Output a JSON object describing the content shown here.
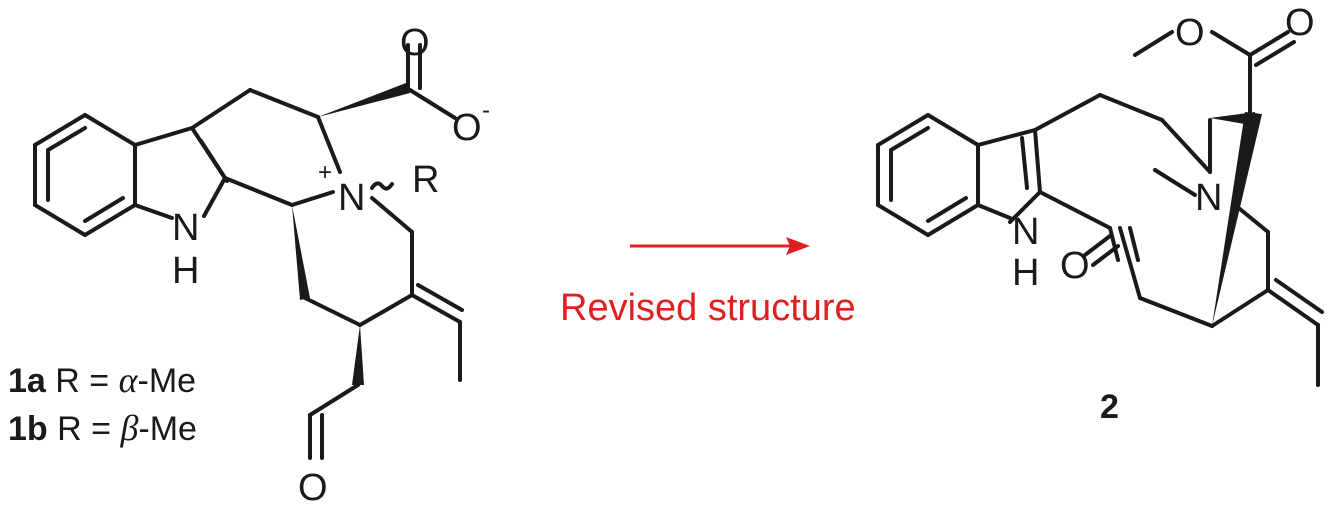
{
  "compound_1": {
    "labels": {
      "O_carbonyl": "O",
      "O_carboxylate": "O",
      "carboxylate_charge": "-",
      "N_indole": "N",
      "H_indole": "H",
      "N_plus": "N",
      "plus_charge": "+",
      "R_group": "R",
      "O_aldehyde": "O"
    },
    "variants": [
      {
        "id": "1a",
        "text": "R = ",
        "greek": "α",
        "suffix": "-Me"
      },
      {
        "id": "1b",
        "text": "R = ",
        "greek": "β",
        "suffix": "-Me"
      }
    ]
  },
  "arrow": {
    "caption": "Revised structure",
    "color": "#e02020"
  },
  "compound_2": {
    "id": "2",
    "labels": {
      "O_ester_single": "O",
      "O_ester_double": "O",
      "N_indole": "N",
      "H_indole": "H",
      "N_amine": "N",
      "O_ketone": "O"
    }
  }
}
